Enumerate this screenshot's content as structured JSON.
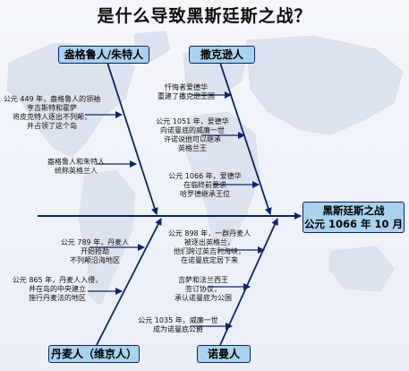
{
  "title": "是什么导致黑斯廷斯之战？",
  "effect": {
    "line1": "黑斯廷斯之战",
    "line2": "公元 1066 年 10 月"
  },
  "categories": {
    "anglo_saxon": "盎格鲁人/朱特人",
    "saxon": "撒克逊人",
    "danish": "丹麦人（维京人）",
    "norman": "诺曼人"
  },
  "causes": {
    "anglo_saxon_1": [
      "公元 449 年，盎格鲁人的领袖",
      "亨吉斯特和霍萨",
      "将皮克特人逐出不列颠，",
      "并占领了这个岛"
    ],
    "anglo_saxon_2": [
      "盎格鲁人和朱特人",
      "统称英格兰人"
    ],
    "saxon_1": [
      "忏悔者爱德华",
      "重建了撒克逊王国"
    ],
    "saxon_2": [
      "公元 1051 年，爱德华",
      "向诺曼底的威廉一世",
      "许诺说他可以继承",
      "英格兰王"
    ],
    "saxon_3": [
      "公元 1066 年，爱德华",
      "在临终前要求",
      "哈罗德继承王位"
    ],
    "danish_1": [
      "公元 789 年，丹麦人",
      "开始抢劫",
      "不列颠沿海地区"
    ],
    "danish_2": [
      "公元 865 年，丹麦人入侵，",
      "并在岛的中央建立",
      "施行丹麦法的地区"
    ],
    "norman_1": [
      "公元 898 年，一群丹麦人",
      "被逐出英格兰，",
      "他们跨过英吉利海峡，",
      "在诺曼底定居下来"
    ],
    "norman_2": [
      "吉萨和法兰西王",
      "签订协议，",
      "承认诺曼底为公国"
    ],
    "norman_3": [
      "公元 1035 年，威廉一世",
      "成为诺曼底公爵"
    ]
  },
  "colors": {
    "box_fill": "#a9d2ec",
    "box_border": "#0a246a",
    "line": "#0a246a",
    "map": "#dfe5ef"
  }
}
